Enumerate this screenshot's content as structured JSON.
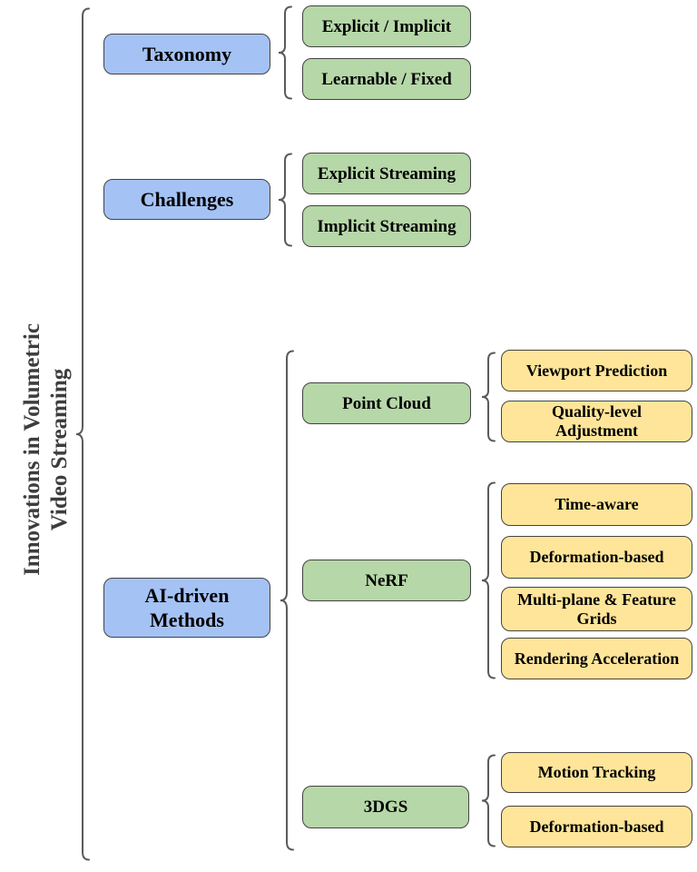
{
  "diagram": {
    "root": {
      "lines": [
        "Innovations in Volumetric",
        "Video Streaming"
      ]
    },
    "branches": [
      {
        "label": "Taxonomy",
        "children": [
          {
            "label": "Explicit / Implicit"
          },
          {
            "label": "Learnable / Fixed"
          }
        ]
      },
      {
        "label": "Challenges",
        "children": [
          {
            "label": "Explicit Streaming"
          },
          {
            "label": "Implicit Streaming"
          }
        ]
      },
      {
        "label": "AI-driven Methods",
        "children": [
          {
            "label": "Point Cloud",
            "children": [
              {
                "label": "Viewport Prediction"
              },
              {
                "label": "Quality-level Adjustment"
              }
            ]
          },
          {
            "label": "NeRF",
            "children": [
              {
                "label": "Time-aware"
              },
              {
                "label": "Deformation-based"
              },
              {
                "label": "Multi-plane & Feature Grids"
              },
              {
                "label": "Rendering Acceleration"
              }
            ]
          },
          {
            "label": "3DGS",
            "children": [
              {
                "label": "Motion Tracking"
              },
              {
                "label": "Deformation-based"
              }
            ]
          }
        ]
      }
    ],
    "colors": {
      "level1_fill": "#a4c2f4",
      "level2_fill": "#b6d7a8",
      "level3_fill": "#ffe599",
      "box_border": "#434343",
      "brace_stroke": "#5a5a5a",
      "box_text": "#000000",
      "root_text": "#3d3d3d"
    }
  }
}
